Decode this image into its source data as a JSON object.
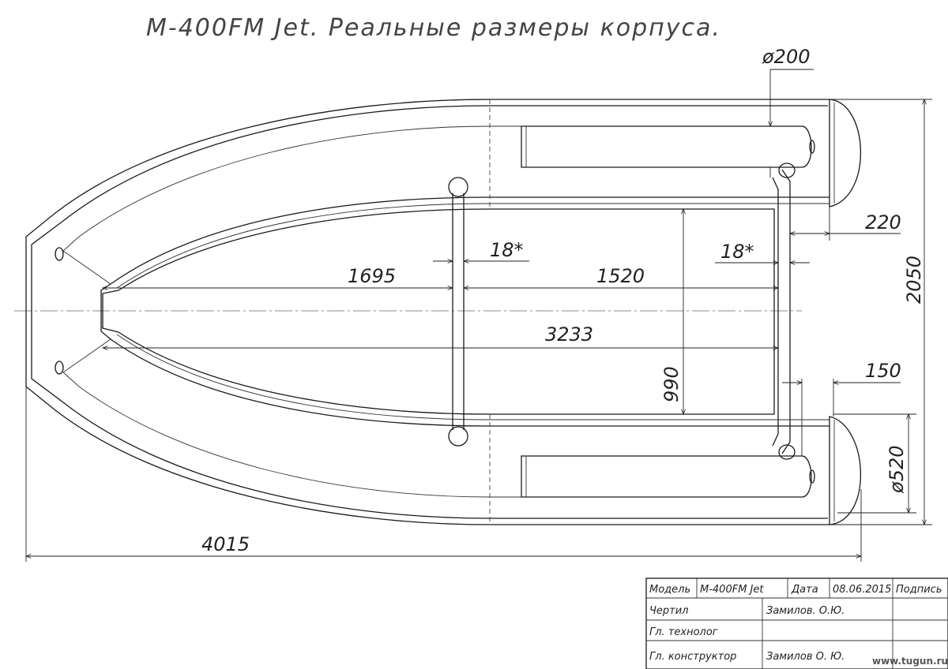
{
  "title": "M-400FM Jet. Реальные размеры корпуса.",
  "dimensions": {
    "d200": "ø200",
    "d220": "220",
    "d2050": "2050",
    "d18a": "18*",
    "d18b": "18*",
    "d1695": "1695",
    "d1520": "1520",
    "d3233": "3233",
    "d990": "990",
    "d150": "150",
    "d520": "ø520",
    "d4015": "4015"
  },
  "title_block": {
    "model_label": "Модель",
    "model_value": "M-400FM Jet",
    "date_label": "Дата",
    "date_value": "08.06.2015",
    "signature_label": "Подпись",
    "drawn_label": "Чертил",
    "drawn_value": "Замилов. О.Ю.",
    "technologist_label": "Гл. технолог",
    "technologist_value": "",
    "designer_label": "Гл. конструктор",
    "designer_value": "Замилов О. Ю."
  },
  "watermark": "www.tugun.ru"
}
